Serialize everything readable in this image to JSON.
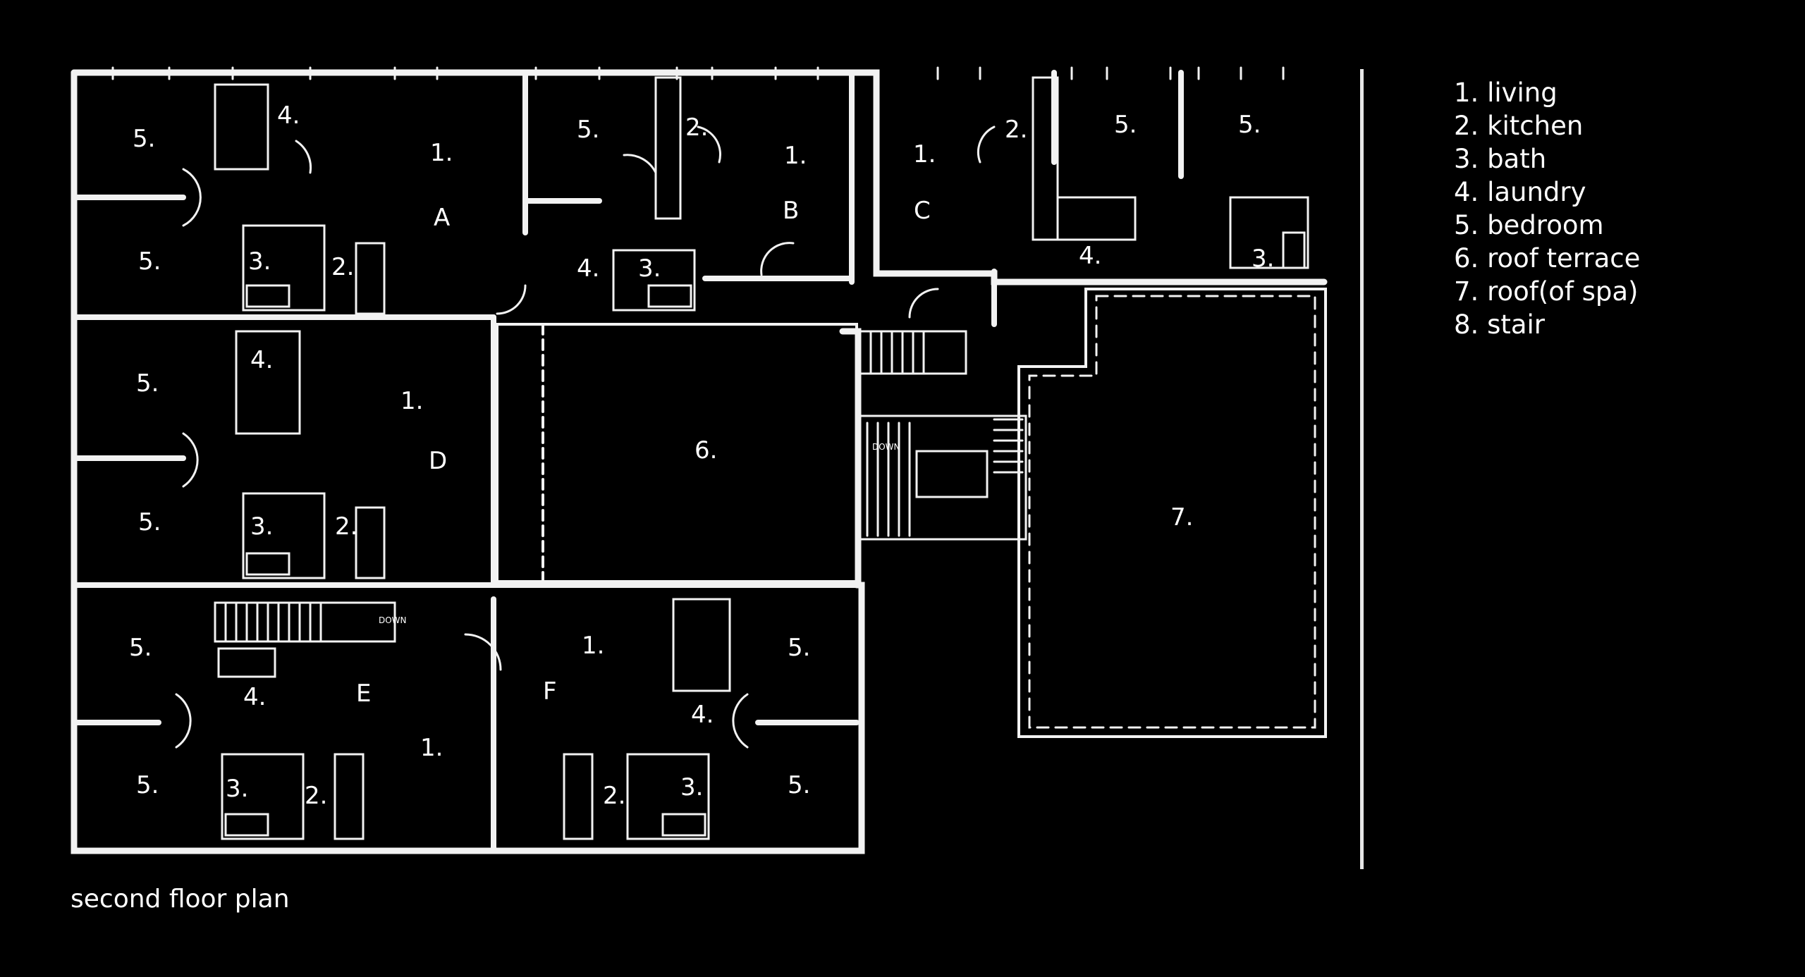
{
  "title": "second floor plan",
  "legend": [
    {
      "num": "1.",
      "label": "living"
    },
    {
      "num": "2.",
      "label": "kitchen"
    },
    {
      "num": "3.",
      "label": "bath"
    },
    {
      "num": "4.",
      "label": "laundry"
    },
    {
      "num": "5.",
      "label": "bedroom"
    },
    {
      "num": "6.",
      "label": "roof terrace"
    },
    {
      "num": "7.",
      "label": "roof(of spa)"
    },
    {
      "num": "8.",
      "label": "stair"
    }
  ],
  "legend_text": [
    "1. living",
    "2. kitchen",
    "3. bath",
    "4. laundry",
    "5. bedroom",
    "6. roof terrace",
    "7. roof(of spa)",
    "8. stair"
  ],
  "units": {
    "A": "A",
    "B": "B",
    "C": "C",
    "D": "D",
    "E": "E",
    "F": "F"
  },
  "room_tags": {
    "living": "1.",
    "kitchen": "2.",
    "bath": "3.",
    "laundry": "4.",
    "bedroom": "5.",
    "terrace": "6.",
    "roof": "7."
  },
  "stair_label": "DOWN",
  "colors": {
    "background": "#000000",
    "lines": "#ffffff"
  }
}
